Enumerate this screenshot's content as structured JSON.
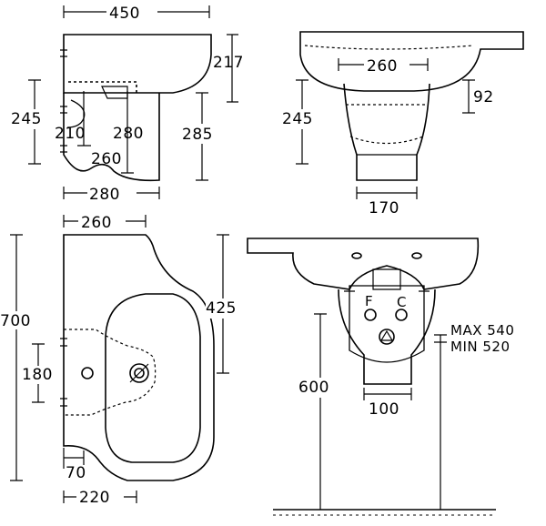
{
  "top_left_view": {
    "width": "450",
    "height_top": "217",
    "height_left": "245",
    "height_right": "285",
    "d1": "210",
    "d2": "280",
    "d3": "260",
    "bottom": "280"
  },
  "top_right_view": {
    "inner": "260",
    "side": "92",
    "height_left": "245",
    "bottom": "170"
  },
  "plan_view": {
    "top": "260",
    "height_total": "700",
    "height_right": "425",
    "height_mid": "180",
    "offset": "70",
    "bottom": "220"
  },
  "rear_view": {
    "hot_label": "F",
    "cold_label": "C",
    "mount_height": "600",
    "bottom": "100",
    "max_label": "MAX 540",
    "min_label": "MIN 520"
  }
}
